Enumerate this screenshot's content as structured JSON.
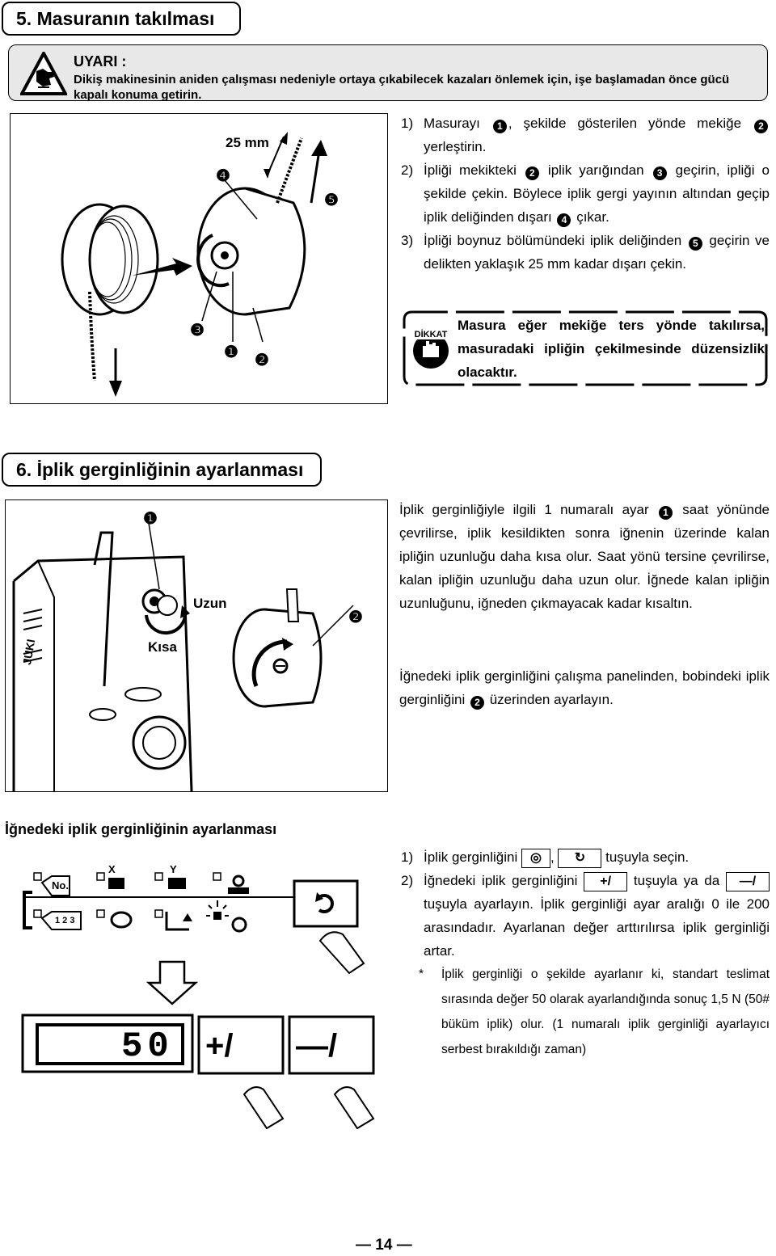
{
  "section5": {
    "title": "5. Masuranın takılması",
    "warning": {
      "heading": "UYARI :",
      "text": "Dikiş makinesinin aniden çalışması nedeniyle ortaya çıkabilecek kazaları önlemek için, işe başlamadan önce gücü kapalı konuma getirin."
    },
    "figure_labels": {
      "length": "25 mm",
      "n1": "❶",
      "n2": "❷",
      "n3": "❸",
      "n4": "❹",
      "n5": "❺"
    },
    "steps": [
      {
        "num": "1)",
        "pre": "Masurayı ",
        "mark1": "1",
        "mid": ", şekilde gösterilen yönde mekiğe ",
        "mark2": "2",
        "post": " yerleştirin."
      },
      {
        "num": "2)",
        "pre": "İpliği mekikteki ",
        "mark1": "2",
        "mid": " iplik yarığından ",
        "mark2": "3",
        "mid2": " geçirin, ipliği o şekilde çekin. Böylece iplik gergi yayının altından geçip iplik deliğinden dışarı ",
        "mark3": "4",
        "post": " çıkar."
      },
      {
        "num": "3)",
        "pre": "İpliği boynuz bölümündeki iplik deliğinden ",
        "mark1": "5",
        "post": " geçirin ve delikten yaklaşık 25 mm kadar dışarı çekin."
      }
    ],
    "caution": {
      "badge": "DİKKAT",
      "text": "Masura eğer mekiğe ters yönde takılırsa, masuradaki ipliğin çekilmesinde düzensizlik olacaktır."
    }
  },
  "section6": {
    "title": "6. İplik gerginliğinin ayarlanması",
    "figure_labels": {
      "n1": "❶",
      "n2": "❷",
      "long": "Uzun",
      "short": "Kısa",
      "brand": "JUKI"
    },
    "para1_pre": "İplik gerginliğiyle ilgili 1 numaralı ayar ",
    "para1_mark": "1",
    "para1_post": " saat yönünde çevrilirse, iplik kesildikten sonra iğnenin üzerinde kalan ipliğin uzunluğu daha kısa olur. Saat yönü tersine çevrilirse, kalan ipliğin uzunluğu daha uzun olur. İğnede kalan ipliğin uzunluğunu, iğneden çıkmayacak kadar kısaltın.",
    "para2_pre": "İğnedeki iplik gerginliğini çalışma panelinden, bobindeki iplik gerginliğini ",
    "para2_mark": "2",
    "para2_post": " üzerinden ayarlayın."
  },
  "needle": {
    "heading": "İğnedeki iplik gerginliğinin ayarlanması",
    "panel": {
      "no": "No.",
      "num": "1 2 3",
      "x": "X",
      "y": "Y",
      "display": "50",
      "plus_key": "+/",
      "minus_key": "—/"
    },
    "step1": {
      "num": "1)",
      "pre": "İplik gerginliğini ",
      "sep": ", ",
      "post": " tuşuyla seçin."
    },
    "step2": {
      "num": "2)",
      "pre": "İğnedeki iplik gerginliğini ",
      "mid": " tuşuyla ya da ",
      "mid2": " tuşuyla ayarlayın. İplik gerginliği ayar aralığı 0 ile 200 arasındadır. Ayarlanan değer arttırılırsa iplik gerginliği artar."
    },
    "note": {
      "star": "*",
      "text": "İplik gerginliği o şekilde ayarlanır ki, standart teslimat sırasında değer 50 olarak ayarlandığında sonuç 1,5 N (50# büküm iplik) olur. (1 numaralı iplik gerginliği ayarlayıcı serbest bırakıldığı zaman)"
    }
  },
  "page_number": "— 14 —"
}
